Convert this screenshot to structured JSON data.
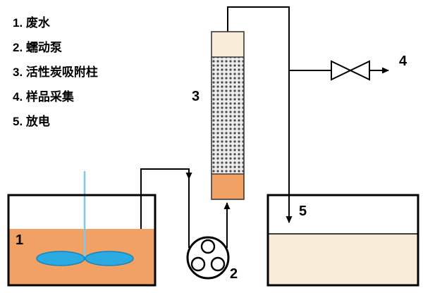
{
  "legend": {
    "items": [
      "1. 废水",
      "2. 蠕动泵",
      "3. 活性炭吸附柱",
      "4. 样品采集",
      "5. 放电"
    ]
  },
  "diagram_labels": {
    "wastewater_tank": "1",
    "peristaltic_pump": "2",
    "adsorption_column": "3",
    "sample_collection": "4",
    "discharge": "5"
  },
  "colors": {
    "liquid_orange": "#F1A164",
    "cream": "#F8ECD9",
    "carbon_bg": "#ECECEC",
    "carbon_dot": "#4A4A4A",
    "impeller_blue": "#2BAAE1",
    "impeller_stroke": "#1584BC",
    "shaft_blue": "#7FC9EC",
    "pipe": "#000000"
  }
}
